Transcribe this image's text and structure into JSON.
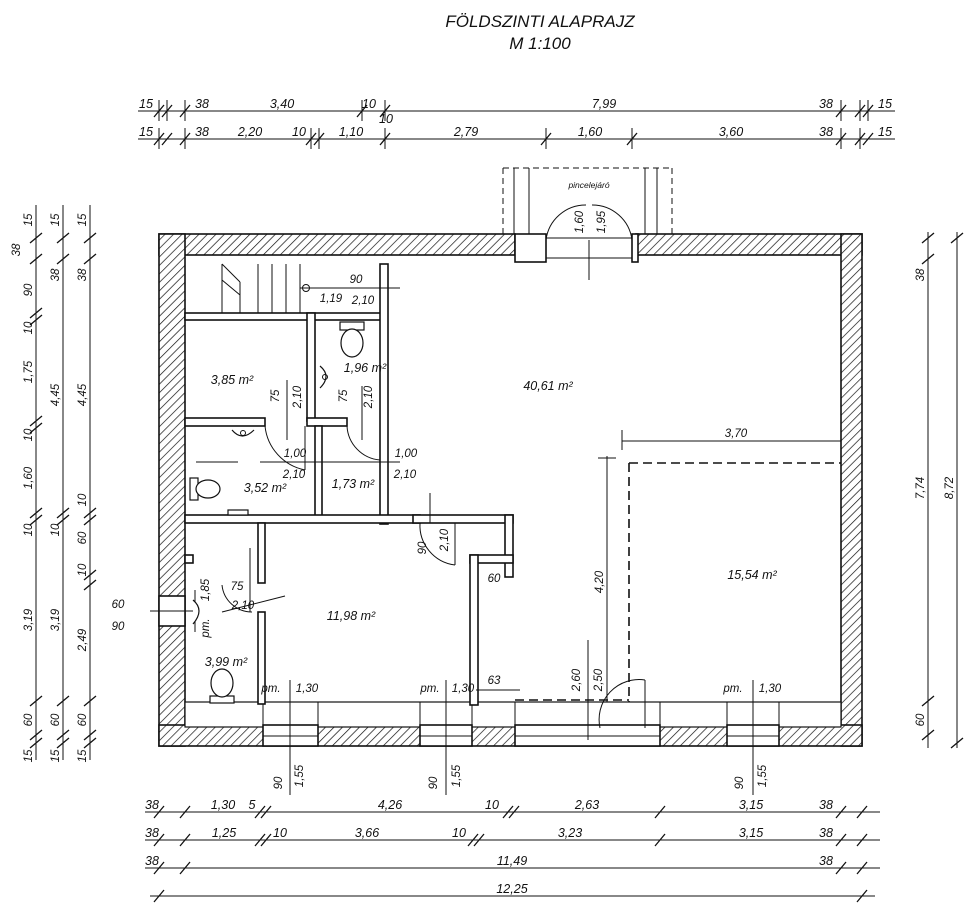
{
  "title": {
    "line1": "FÖLDSZINTI ALAPRAJZ",
    "line2": "M 1:100"
  },
  "dims_top_1": [
    "15",
    "38",
    "3,40",
    "10",
    "7,99",
    "38",
    "15"
  ],
  "dims_top_1_extra": "10",
  "dims_top_2": [
    "15",
    "38",
    "2,20",
    "10",
    "1,10",
    "2,79",
    "1,60",
    "3,60",
    "38",
    "15"
  ],
  "dims_bottom_1": [
    "38",
    "1,30",
    "5",
    "4,26",
    "10",
    "2,63",
    "3,15",
    "38"
  ],
  "dims_bottom_2": [
    "38",
    "1,25",
    "10",
    "3,66",
    "10",
    "3,23",
    "3,15",
    "38"
  ],
  "dims_bottom_3": [
    "38",
    "11,49",
    "38"
  ],
  "dims_bottom_4": [
    "12,25"
  ],
  "dims_left_1": [
    "15",
    "38",
    "90",
    "10",
    "1,75",
    "10",
    "1,60",
    "10",
    "3,19",
    "60",
    "15"
  ],
  "dims_left_2": [
    "15",
    "38",
    "4,45",
    "10",
    "3,19",
    "60",
    "15"
  ],
  "dims_left_3": [
    "15",
    "38",
    "4,45",
    "10",
    "60",
    "10",
    "2,49",
    "60",
    "15"
  ],
  "dims_right": [
    "38",
    "7,74",
    "8,72",
    "60"
  ],
  "window_dims": {
    "left_top": "60",
    "left_bottom": "90"
  },
  "rooms": {
    "r1": "3,85 m²",
    "r2": "1,96 m²",
    "r3": "40,61 m²",
    "r4": "3,52 m²",
    "r5": "1,73 m²",
    "r6": "11,98 m²",
    "r7": "15,54 m²",
    "r8": "3,99 m²"
  },
  "stair_label": "pinceleјáró",
  "door_labels": {
    "d_top_w": "90",
    "d_top_h": "2,10",
    "d_top_119": "1,19",
    "d_entry_w": "1,60",
    "d_entry_h": "1,95",
    "d_a_w": "75",
    "d_a_h": "2,10",
    "d_b_w": "75",
    "d_b_h": "2,10",
    "d_c_w": "1,00",
    "d_c_h": "2,10",
    "d_d_w": "1,00",
    "d_d_h": "2,10",
    "d_e_w": "90",
    "d_e_h": "2,10",
    "d_f_w": "75",
    "d_f_h": "2,10",
    "d_f_185": "1,85",
    "d_g_w": "60",
    "d_h_w": "63",
    "d_i_w": "2,60",
    "d_i_h": "2,50",
    "d_370": "3,70",
    "d_420": "4,20"
  },
  "windows_bottom": {
    "w1_pm": "pm.",
    "w1_w": "1,30",
    "w1_h": "90",
    "w1_hh": "1,55",
    "w2_pm": "pm.",
    "w2_w": "1,30",
    "w2_h": "90",
    "w2_hh": "1,55",
    "w3_pm": "pm.",
    "w3_w": "1,30",
    "w3_h": "90",
    "w3_hh": "1,55",
    "pm_left": "pm."
  }
}
